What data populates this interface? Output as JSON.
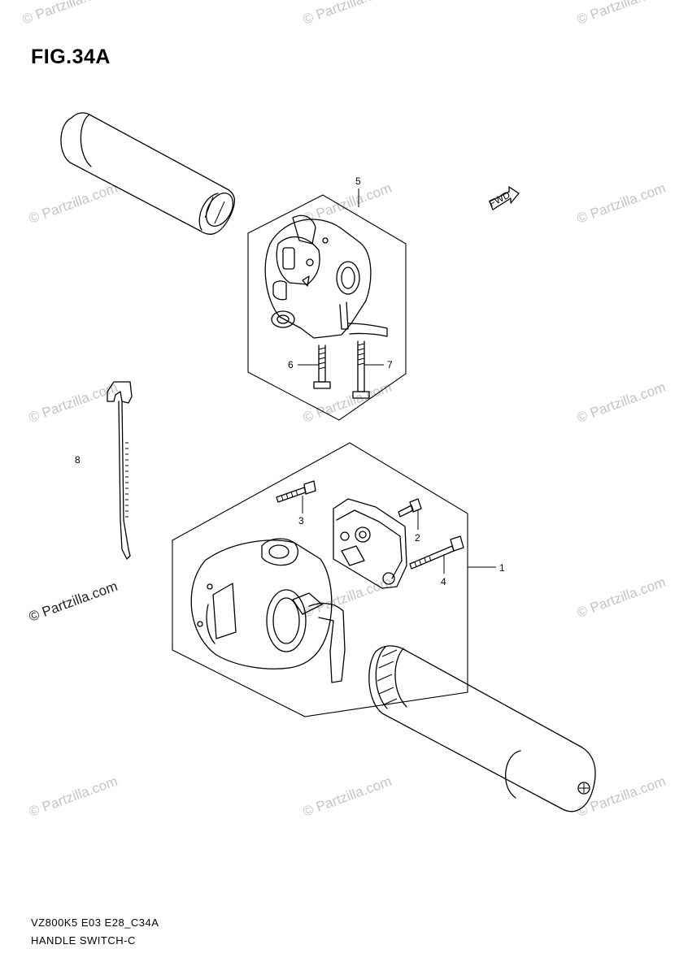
{
  "figure": {
    "title": "FIG.34A"
  },
  "footer": {
    "model_code": "VZ800K5 E03 E28_C34A",
    "section_name": "HANDLE SWITCH-C"
  },
  "callouts": {
    "p1": "1",
    "p2": "2",
    "p3": "3",
    "p4": "4",
    "p5": "5",
    "p6": "6",
    "p7": "7",
    "p8": "8"
  },
  "fwd_badge": "FWD",
  "watermark": {
    "text": "© Partzilla.com"
  },
  "icons": {
    "forward_arrow": "fwd-arrow-icon"
  }
}
